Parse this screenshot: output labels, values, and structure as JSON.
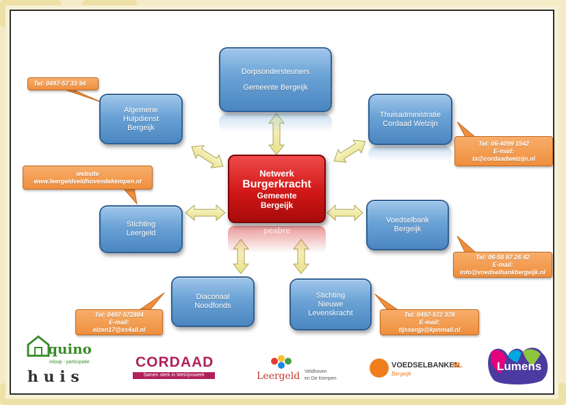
{
  "center": {
    "line1": "Netwerk",
    "line2": "Burgerkracht",
    "line3": "Gemeente",
    "line4": "Bergeijk",
    "reflection": "peabre"
  },
  "nodes": {
    "dorp": {
      "line1": "Dorpsondersteuners",
      "line2": "Gemeente Bergeijk"
    },
    "hulp": {
      "line1": "Algemene",
      "line2": "Hulpdienst",
      "line3": "Bergeijk"
    },
    "thuis": {
      "line1": "Thuisadministratie",
      "line2": "Cordaad Welzijn"
    },
    "leergeld": {
      "line1": "Stichting",
      "line2": "Leergeld"
    },
    "voedsel": {
      "line1": "Voedselbank",
      "line2": "Bergeijk"
    },
    "diaconaal": {
      "line1": "Diaconaal",
      "line2": "Noodfonds"
    },
    "levens": {
      "line1": "Stichting",
      "line2": "Nieuwe",
      "line3": "Levenskracht"
    }
  },
  "callouts": {
    "hulp": {
      "line1": "Tel: 0497-57 33 94"
    },
    "thuis": {
      "line1": "Tel: 06-4099 1542",
      "line2": "E-mail:",
      "line3": "ta@cordaadwelzijn.nl"
    },
    "leergeld": {
      "line1": "website",
      "line2": "www.leergeldveldhovendekempen.nl"
    },
    "voedsel": {
      "line1": "Tel: 06-58 87 26 42",
      "line2": "E-mail:",
      "line3": "info@voedselbankbergeijk.nl"
    },
    "diaconaal": {
      "line1": "Tel: 0497-572804",
      "line2": "E-mail:",
      "line3": "elzen17@xs4all.nl"
    },
    "levens": {
      "line1": "Tel: 0497-572 378",
      "line2": "E-mail:",
      "line3": "tijssenjp@kpnmail.nl"
    }
  },
  "logos": {
    "aquino": {
      "word1": "quino",
      "tagline": "inloop - participatie",
      "word2": "h u i s"
    },
    "cordaad": {
      "word": "CORDAAD",
      "tagline": "Samen sterk in Welzijnswerk"
    },
    "leergeld": {
      "word": "Leergeld",
      "sub1": "Veldhoven",
      "sub2": "en De Kempen"
    },
    "voedselbanken": {
      "word": "VOEDSELBANKEN",
      "suffix": ".NL",
      "sub": "Bergeijk"
    },
    "lumens": {
      "word": "Lumens"
    }
  },
  "colors": {
    "node_blue": "#5b95cc",
    "center_red": "#d01717",
    "callout_orange": "#ef8f3e",
    "arrow_yellow": "#f4efa8",
    "background": "#f3ecc6"
  }
}
